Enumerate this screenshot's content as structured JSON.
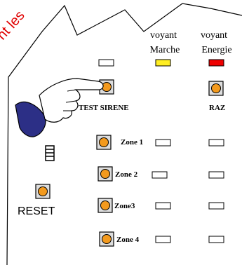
{
  "watermark": "nt les",
  "indicators": {
    "marche": {
      "line1": "voyant",
      "line2": "Marche",
      "color": "#ffee22"
    },
    "energie": {
      "line1": "voyant",
      "line2": "Energie",
      "color": "#ee0000"
    }
  },
  "buttons": {
    "test_sirene": "TEST SIRENE",
    "raz": "RAZ",
    "reset": "RESET"
  },
  "zones": [
    "Zone 1",
    "Zone 2",
    "Zone3",
    "Zone 4"
  ],
  "colors": {
    "button_fill": "#f39a1e",
    "glove": "#2c2f86",
    "watermark": "#e00000"
  }
}
